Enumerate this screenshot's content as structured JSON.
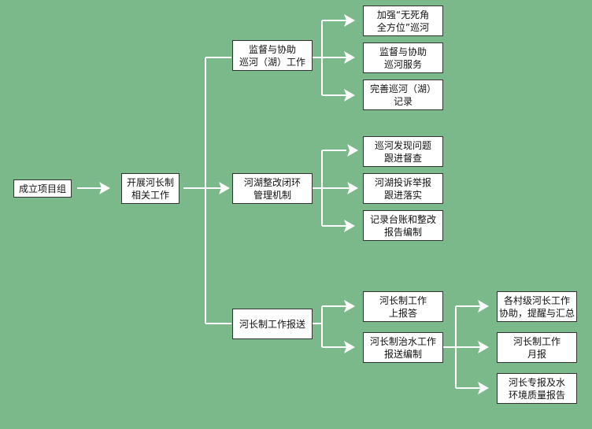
{
  "colors": {
    "background": "#7bb88a",
    "connector": "#ffffff",
    "box_fill": "#ffffff",
    "box_border": "#333333"
  },
  "nodes": {
    "root": {
      "line1": "成立项目组"
    },
    "main": {
      "line1": "开展河长制",
      "line2": "相关工作"
    },
    "b1": {
      "line1": "监督与协助",
      "line2": "巡河（湖）工作"
    },
    "b2": {
      "line1": "河湖整改闭环",
      "line2": "管理机制"
    },
    "b3": {
      "line1": "河长制工作报送"
    },
    "b1c1": {
      "line1": "加强“无死角",
      "line2": "全方位”巡河"
    },
    "b1c2": {
      "line1": "监督与协助",
      "line2": "巡河服务"
    },
    "b1c3": {
      "line1": "完善巡河（湖）",
      "line2": "记录"
    },
    "b2c1": {
      "line1": "巡河发现问题",
      "line2": "跟进督查"
    },
    "b2c2": {
      "line1": "河湖投诉举报",
      "line2": "跟进落实"
    },
    "b2c3": {
      "line1": "记录台账和整改",
      "line2": "报告编制"
    },
    "b3c1": {
      "line1": "河长制工作",
      "line2": "上报答"
    },
    "b3c2": {
      "line1": "河长制治水工作",
      "line2": "报送编制"
    },
    "b3c2c1": {
      "line1": "各村级河长工作",
      "line2": "协助，提醒与汇总"
    },
    "b3c2c2": {
      "line1": "河长制工作",
      "line2": "月报"
    },
    "b3c2c3": {
      "line1": "河长专报及水",
      "line2": "环境质量报告"
    }
  }
}
